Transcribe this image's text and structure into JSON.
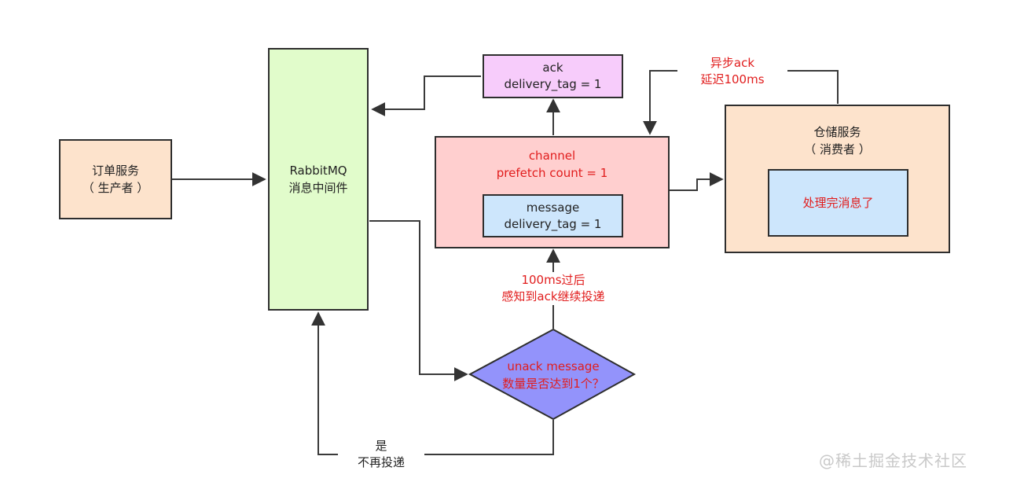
{
  "nodes": {
    "producer": {
      "line1": "订单服务",
      "line2": "（ 生产者 ）"
    },
    "broker": {
      "line1": "RabbitMQ",
      "line2": "消息中间件"
    },
    "ack_box": {
      "line1": "ack",
      "line2": "delivery_tag = 1"
    },
    "channel": {
      "line1": "channel",
      "line2": "prefetch count = 1"
    },
    "message_box": {
      "line1": "message",
      "line2": "delivery_tag = 1"
    },
    "consumer": {
      "line1": "仓储服务",
      "line2": "（ 消费者 ）"
    },
    "processed_box": {
      "text": "处理完消息了"
    },
    "decision": {
      "line1": "unack message",
      "line2": "数量是否达到1个？"
    }
  },
  "labels": {
    "async_ack": {
      "line1": "异步ack",
      "line2": "延迟100ms"
    },
    "resume": {
      "line1": "100ms过后",
      "line2": "感知到ack继续投递"
    },
    "yes_stop": {
      "line1": "是",
      "line2": "不再投递"
    }
  },
  "watermark": "@稀土掘金技术社区",
  "colors": {
    "producer_fill": "#fde3cc",
    "broker_fill": "#e1fccb",
    "ack_fill": "#f7ccfb",
    "channel_fill": "#ffcfcf",
    "message_fill": "#cde6fc",
    "consumer_fill": "#fde3cc",
    "processed_fill": "#cde6fc",
    "decision_fill": "#9393fb",
    "annotation_text": "#e11d1d"
  }
}
